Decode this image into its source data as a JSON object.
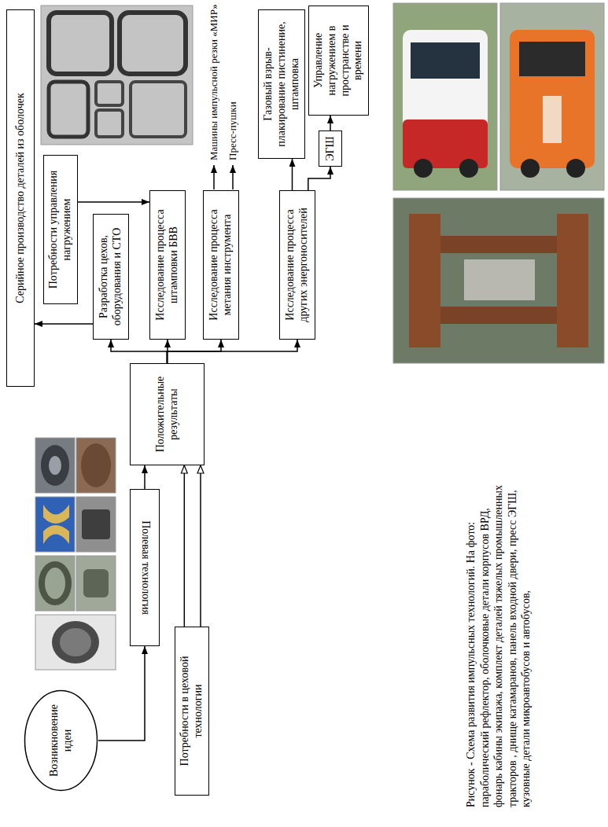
{
  "diagram": {
    "caption": "Рисунок - Схема развития импульсных технологий. На фото: параболический рефлектор, оболочковые детали корпусов ВРД, фонарь кабины экипажа, комплект деталей тяжелых промышленных тракторов , днище катамаранов, панель входной двери, пресс ЭГШ, кузовные детали микроавтобусов и автобусов,",
    "nodes": [
      {
        "text": [
          "Возникновение идеи"
        ]
      },
      {
        "text": [
          "Полевая технология"
        ]
      },
      {
        "text": [
          "Потребности в цеховой технологии"
        ]
      },
      {
        "text": [
          "Положительные результаты"
        ]
      },
      {
        "text": [
          "Потребности управления нагружением"
        ]
      },
      {
        "text": [
          "Разработка цехов, оборудования и СТО"
        ]
      },
      {
        "text": [
          "Исследование процесса штамповки БВВ"
        ]
      },
      {
        "text": [
          "Исследование процесса метания инструмента"
        ]
      },
      {
        "text": [
          "Исследование процесса других энергоносителей"
        ]
      },
      {
        "text": [
          "Серийное производство деталей из оболочек"
        ]
      },
      {
        "text": [
          "Газовый взрыв-плакирование пистинение, штамповка"
        ]
      },
      {
        "text": [
          "ЭГШ"
        ]
      },
      {
        "text": [
          "Управление нагружением в пространстве и времени"
        ]
      }
    ],
    "edges": [
      {
        "from": 0,
        "to": 1,
        "arrow": "to"
      },
      {
        "from": 1,
        "to": 3,
        "arrow": "to"
      },
      {
        "from": 2,
        "to": 3,
        "arrow": "to"
      },
      {
        "from": 2,
        "to": 3,
        "arrow": "to"
      },
      {
        "from": 3,
        "to": 5,
        "arrow": "to"
      },
      {
        "from": 3,
        "to": 6,
        "arrow": "to"
      },
      {
        "from": 3,
        "to": 7,
        "arrow": "to"
      },
      {
        "from": 3,
        "to": 8,
        "arrow": "to"
      },
      {
        "from": 5,
        "to": 9,
        "arrow": "to"
      },
      {
        "from": 4,
        "to": 6,
        "arrow": "to"
      },
      {
        "from": 8,
        "to": 10,
        "arrow": "to"
      },
      {
        "from": 8,
        "to": 11,
        "arrow": "to"
      },
      {
        "from": 11,
        "to": 12,
        "arrow": "to"
      }
    ],
    "labels": [
      "Машины импульсной резки «МИР»",
      "Пресс-пушки"
    ]
  }
}
